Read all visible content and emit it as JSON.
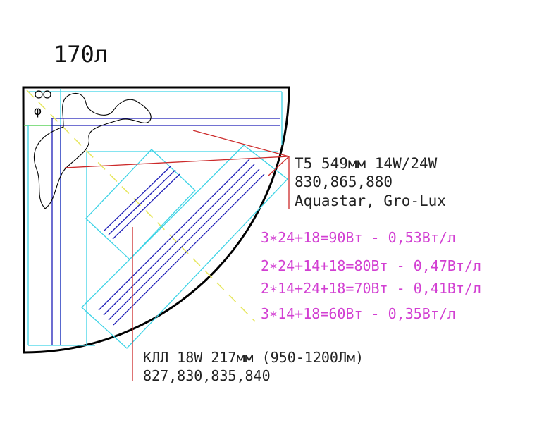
{
  "title": "170л",
  "symbols": {
    "circles": "oo",
    "phi": "φ"
  },
  "t5_label": {
    "line1": "T5 549мм 14W/24W",
    "line2": "830,865,880",
    "line3": "Aquastar, Gro-Lux"
  },
  "configs": [
    "3∗24+18=90Вт - 0,53Вт/л",
    "2∗24+14+18=80Вт - 0,47Вт/л",
    "2∗14+24+18=70Вт - 0,41Вт/л",
    "3∗14+18=60Вт - 0,35Вт/л"
  ],
  "kll_label": {
    "line1": "КЛЛ 18W 217мм (950-1200Лм)",
    "line2": "827,830,835,840"
  },
  "colors": {
    "outline": "#000000",
    "cyan": "#3cd3e6",
    "blue": "#1f1fb8",
    "red": "#cc2a2a",
    "magenta": "#d23fd2",
    "yellow": "#e6e65a",
    "green": "#5fd35f"
  }
}
